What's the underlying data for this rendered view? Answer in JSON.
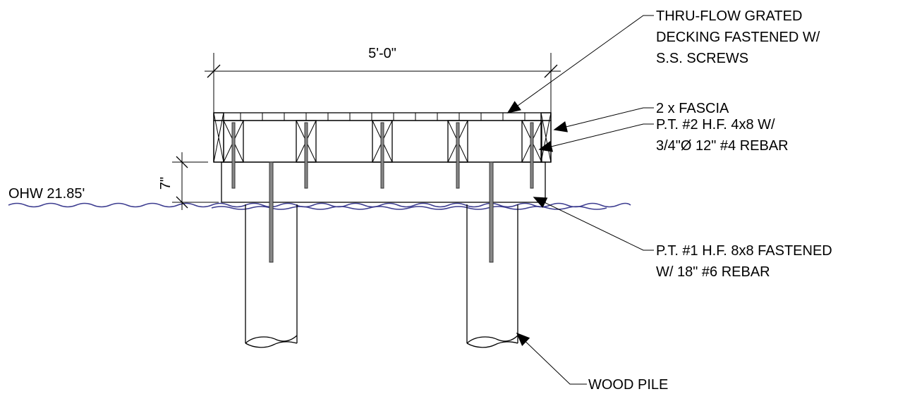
{
  "dimensions": {
    "width_label": "5'-0\"",
    "height_label": "7\""
  },
  "water_level": {
    "label": "OHW 21.85'"
  },
  "callouts": {
    "decking": [
      "THRU-FLOW GRATED",
      "DECKING FASTENED W/",
      "S.S. SCREWS"
    ],
    "fascia": [
      "2 x FASCIA"
    ],
    "joist": [
      "P.T. #2 H.F. 4x8 W/",
      "3/4\"Ø 12\" #4 REBAR"
    ],
    "beam": [
      "P.T. #1 H.F. 8x8 FASTENED",
      "W/ 18\" #6 REBAR"
    ],
    "pile": [
      "WOOD PILE"
    ]
  },
  "colors": {
    "line": "#000000",
    "water": "#3b3b8f",
    "rebar": "#888888"
  }
}
